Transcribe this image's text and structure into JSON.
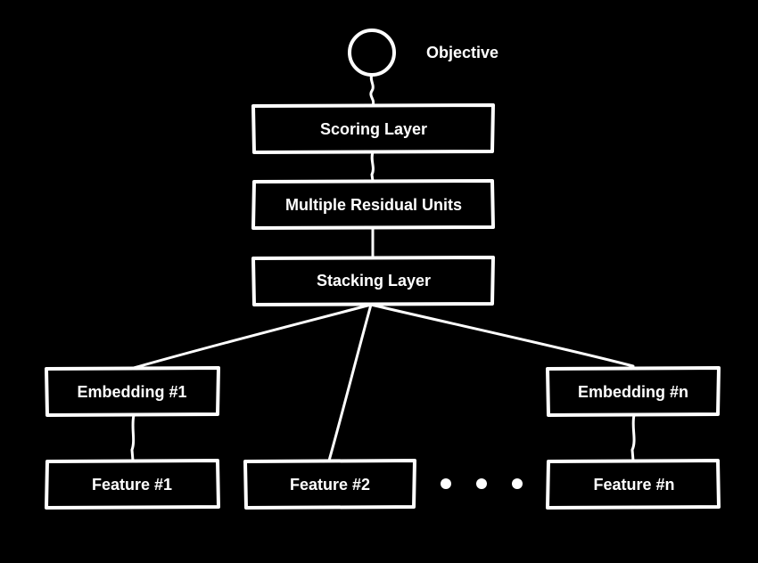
{
  "diagram": {
    "objective": {
      "label": "Objective"
    },
    "scoring_layer": {
      "label": "Scoring Layer"
    },
    "residual_units": {
      "label": "Multiple Residual Units"
    },
    "stacking_layer": {
      "label": "Stacking Layer"
    },
    "embedding_1": {
      "label": "Embedding #1"
    },
    "embedding_n": {
      "label": "Embedding #n"
    },
    "feature_1": {
      "label": "Feature #1"
    },
    "feature_2": {
      "label": "Feature #2"
    },
    "feature_n": {
      "label": "Feature #n"
    }
  },
  "colors": {
    "background": "#000000",
    "foreground": "#ffffff"
  }
}
